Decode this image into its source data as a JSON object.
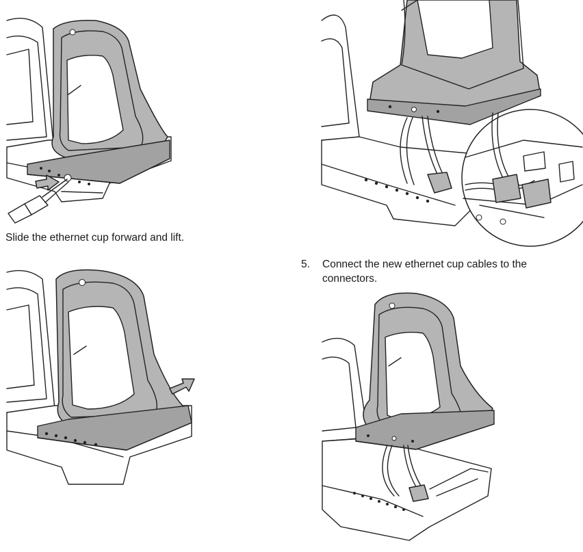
{
  "steps": {
    "slide_caption": "Slide the ethernet cup forward and lift.",
    "step5": {
      "number": "5.",
      "text": "Connect the new ethernet cup cables to the connectors."
    }
  },
  "colors": {
    "cup_fill": "#b5b5b5",
    "line": "#222222",
    "background": "#ffffff"
  }
}
